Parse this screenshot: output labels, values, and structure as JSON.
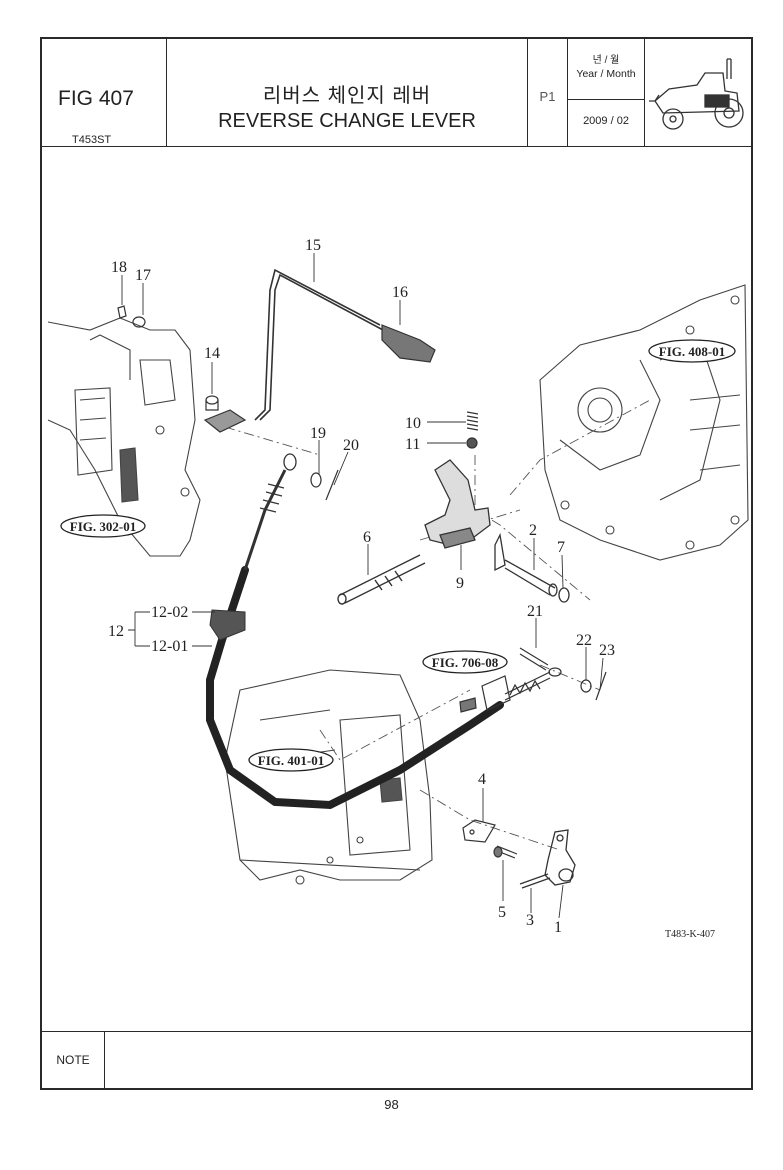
{
  "header": {
    "fig_number": "FIG 407",
    "model": "T453ST",
    "title_ko": "리버스 체인지 레버",
    "title_en": "REVERSE CHANGE LEVER",
    "page_code": "P1",
    "date_label_ko": "년 / 월",
    "date_label_en": "Year / Month",
    "date_value": "2009 / 02"
  },
  "drawing": {
    "callouts": {
      "c1": "1",
      "c2": "2",
      "c3": "3",
      "c4": "4",
      "c5": "5",
      "c6": "6",
      "c7": "7",
      "c9": "9",
      "c10": "10",
      "c11": "11",
      "c12": "12",
      "c12_02": "12-02",
      "c12_01": "12-01",
      "c14": "14",
      "c15": "15",
      "c16": "16",
      "c17": "17",
      "c18": "18",
      "c19": "19",
      "c20": "20",
      "c21": "21",
      "c22": "22",
      "c23": "23"
    },
    "fig_refs": {
      "r302": "FIG. 302-01",
      "r408": "FIG. 408-01",
      "r706": "FIG. 706-08",
      "r401": "FIG. 401-01"
    },
    "drawing_code": "T483-K-407"
  },
  "note_label": "NOTE",
  "page_number": "98"
}
